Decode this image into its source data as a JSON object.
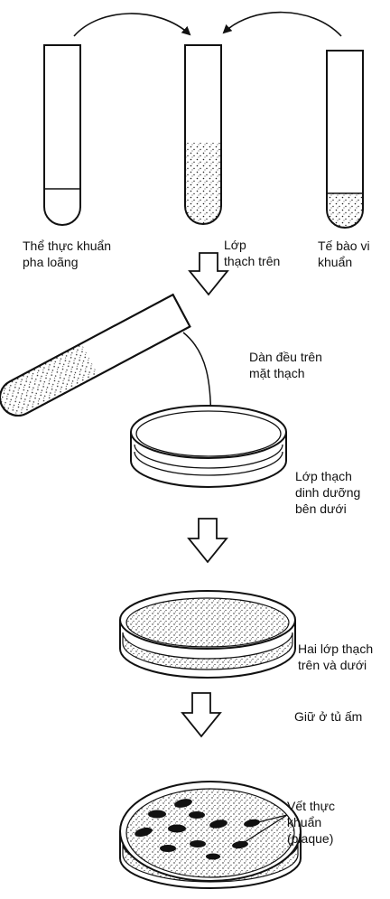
{
  "labels": {
    "phage_line1": "Thể thực khuẩn",
    "phage_line2": "pha loãng",
    "top_agar_line1": "Lớp",
    "top_agar_line2": "thạch trên",
    "bacteria_line1": "Tế bào vi",
    "bacteria_line2": "khuẩn",
    "spread_line1": "Dàn đều trên",
    "spread_line2": "mặt thạch",
    "bottom_agar_line1": "Lớp thạch",
    "bottom_agar_line2": "dinh dưỡng",
    "bottom_agar_line3": "bên dưới",
    "two_layers_line1": "Hai lớp thạch",
    "two_layers_line2": "trên và dưới",
    "incubate": "Giữ ở tủ ấm",
    "plaque_line1": "Vết thực",
    "plaque_line2": "khuẩn",
    "plaque_line3": "(plaque)"
  }
}
